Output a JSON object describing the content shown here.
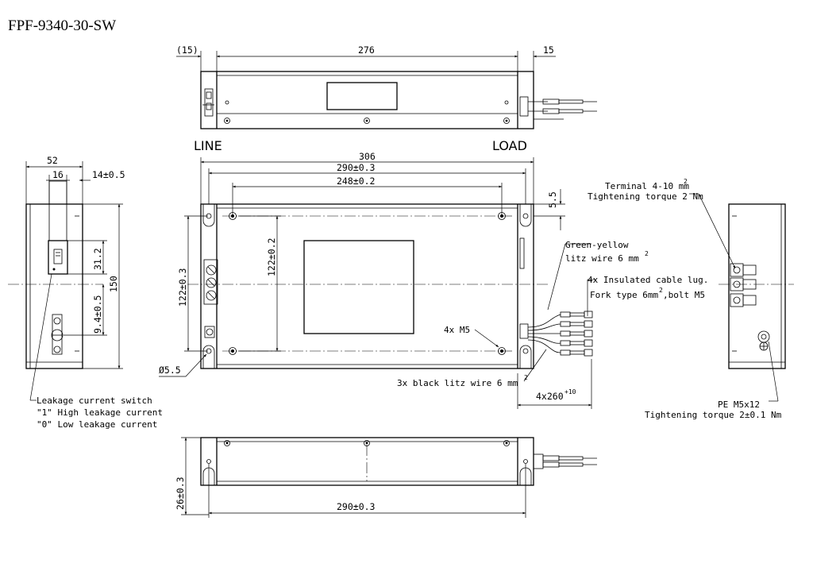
{
  "title": "FPF-9340-30-SW",
  "labels": {
    "line": "LINE",
    "load": "LOAD"
  },
  "dimensions": {
    "top_left_15": "(15)",
    "top_276": "276",
    "top_right_15": "15",
    "overall_306": "306",
    "hole_290": "290±0.3",
    "hole_248": "248±0.2",
    "offset_5_5": "5.5",
    "height_122_left": "122±0.3",
    "height_122_inner": "122±0.2",
    "hole_dia": "Ø5.5",
    "side_52": "52",
    "side_16": "16",
    "side_14": "14±0.5",
    "side_31_2": "31.2",
    "side_150": "150",
    "side_9_4": "9.4±0.5",
    "bottom_26": "26±0.3",
    "bottom_290": "290±0.3",
    "wire_length_base": "4x260",
    "wire_length_tol": "+10"
  },
  "annotations": {
    "green_yellow_1": "Green-yellow",
    "green_yellow_2": "litz wire 6 mm",
    "green_yellow_sup": "2",
    "cable_lug_1": "4x Insulated cable lug.",
    "cable_lug_2": "Fork type 6mm",
    "cable_lug_sup": "2",
    "cable_lug_3": ",bolt M5",
    "m5": "4x M5",
    "black_litz": "3x black litz wire 6 mm",
    "black_litz_sup": "2",
    "terminal_1": "Terminal 4-10 mm",
    "terminal_sup": "2",
    "terminal_2": "Tightening torque 2 Nm",
    "pe_1": "PE M5x12",
    "pe_2": "Tightening torque 2±0.1 Nm",
    "leak_1": "Leakage current switch",
    "leak_2": "\"1\" High leakage current",
    "leak_3": "\"0\" Low leakage current"
  }
}
